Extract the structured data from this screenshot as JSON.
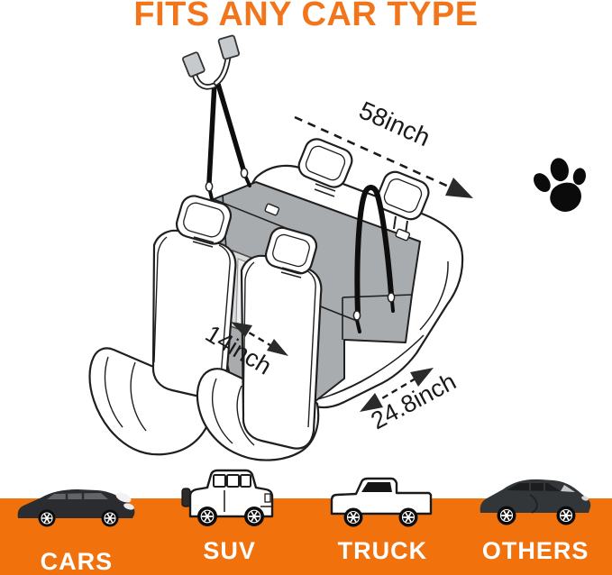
{
  "title": "FITS ANY CAR TYPE",
  "colors": {
    "title_orange": "#F2751B",
    "band_orange": "#F1720D",
    "cover_gray": "#A8ACAF",
    "mesh_light_gray": "#EBEDEE",
    "outline_black": "#1F1F1F"
  },
  "diagram": {
    "product": "hammock pet seat cover installed over car back bench",
    "dimension_labels": {
      "width": "58inch",
      "mesh_window": "14inch",
      "depth": "24.8inch"
    },
    "icons": {
      "paw": "paw-print-icon",
      "hooks": "headrest-anchor-hooks"
    }
  },
  "car_types": [
    {
      "label": "CARS",
      "icon": "sedan-icon"
    },
    {
      "label": "SUV",
      "icon": "suv-icon"
    },
    {
      "label": "TRUCK",
      "icon": "pickup-truck-icon"
    },
    {
      "label": "OTHERS",
      "icon": "crossover-icon"
    }
  ]
}
